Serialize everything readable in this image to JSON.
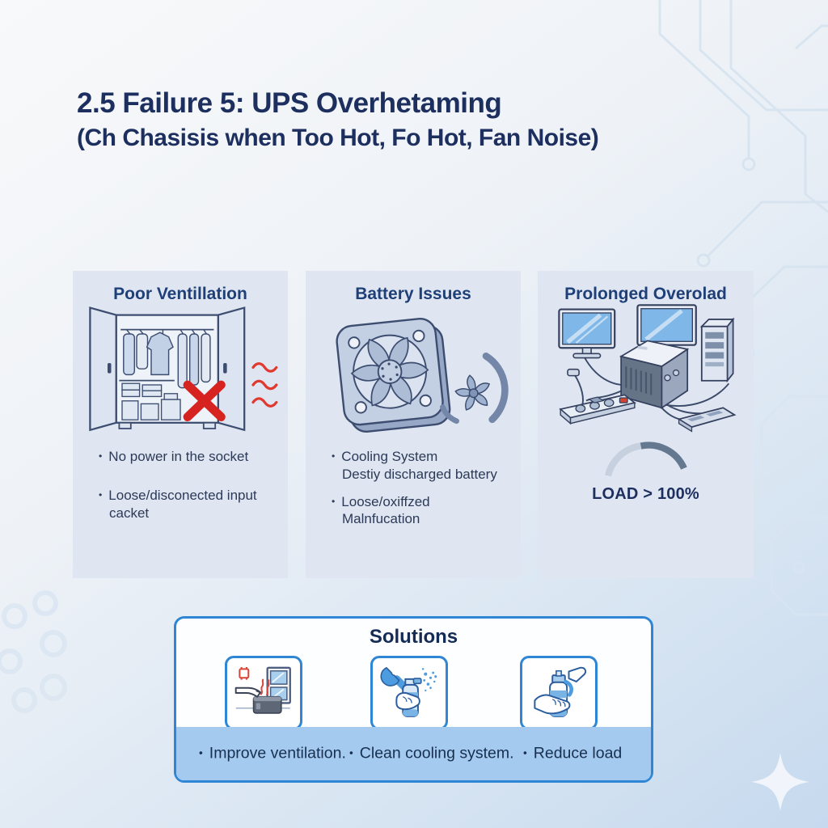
{
  "header": {
    "title": "2.5 Failure 5: UPS Overhetaming",
    "subtitle": "(Ch Chasisis when Too Hot, Fo Hot, Fan Noise)"
  },
  "cards": [
    {
      "title": "Poor Ventillation",
      "illustration": "closet-blocked-airflow",
      "bullets": [
        "No power in the socket",
        "Loose/disconected input\ncacket"
      ]
    },
    {
      "title": "Battery Issues",
      "illustration": "cooling-fan",
      "bullets": [
        "Cooling System\nDestiy discharged battery",
        "Loose/oxiffzed\nMalnfucation"
      ]
    },
    {
      "title": "Prolonged Overolad",
      "illustration": "overloaded-equipment",
      "load_label": "LOAD > 100%"
    }
  ],
  "solutions": {
    "title": "Solutions",
    "items": [
      {
        "label": "Improve ventilation.",
        "icon": "ventilation-icon"
      },
      {
        "label": "Clean cooling system.",
        "icon": "clean-cooling-icon"
      },
      {
        "label": "Reduce load",
        "icon": "reduce-load-icon"
      }
    ]
  },
  "colors": {
    "heading": "#1d2f5e",
    "card_title": "#1e3f77",
    "card_bg": "#dfe6f2",
    "accent_blue": "#2e86d4",
    "band_blue": "#a5caef",
    "alert_red": "#d7231f"
  }
}
